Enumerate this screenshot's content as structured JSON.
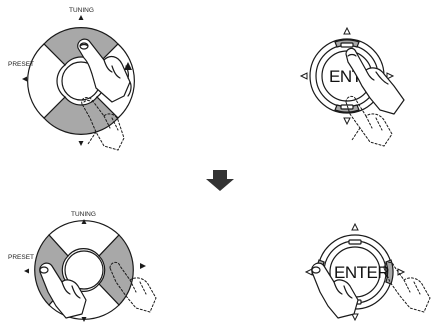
{
  "top_left": {
    "tuning_label": "TUNING",
    "preset_label": "PRESET"
  },
  "top_right": {
    "enter_label": "ENTER"
  },
  "bottom_left": {
    "tuning_label": "TUNING",
    "preset_label": "PRESET"
  },
  "bottom_right": {
    "enter_label": "ENTER"
  },
  "colors": {
    "pressed_fill": "#a8a8a8",
    "line": "#1a1a1a",
    "arrow": "#333333"
  },
  "icons": [
    "hand-pointer-icon",
    "down-arrow-icon",
    "triangle-arrow-icon"
  ]
}
